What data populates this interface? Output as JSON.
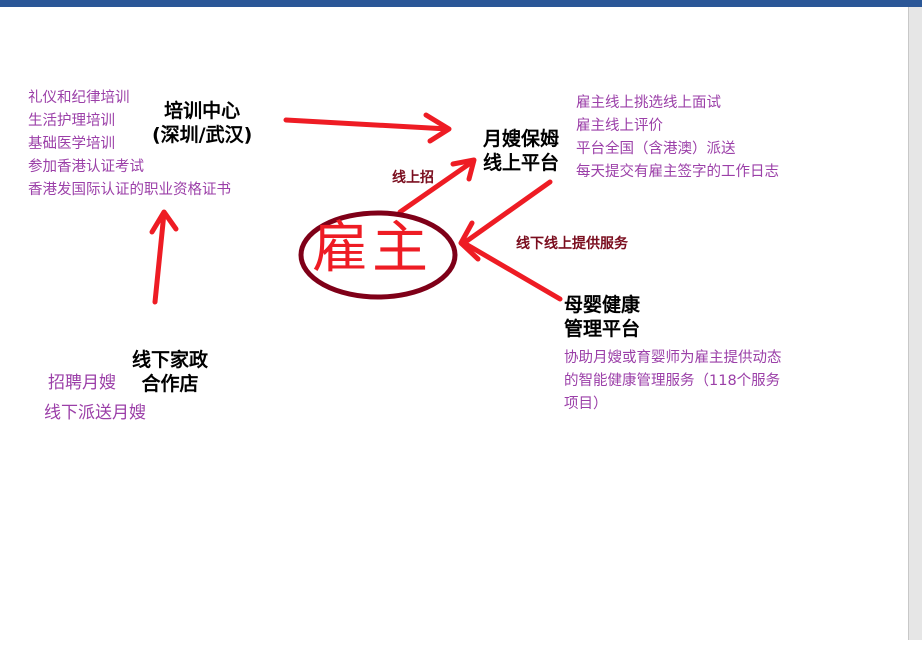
{
  "colors": {
    "topbar": "#2b5797",
    "arrow": "#ee1c24",
    "ellipse": "#7f0018",
    "purple_text": "#9b3fa8",
    "dark_label": "#7a0d1e",
    "node_text": "#000000"
  },
  "center": {
    "label": "雇主"
  },
  "training_center": {
    "title_line1": "培训中心",
    "title_line2": "(深圳/武汉)",
    "items": [
      "礼仪和纪律培训",
      "生活护理培训",
      "基础医学培训",
      "参加香港认证考试",
      "香港发国际认证的职业资格证书"
    ]
  },
  "online_platform": {
    "title_line1": "月嫂保姆",
    "title_line2": "线上平台",
    "items": [
      "雇主线上挑选线上面试",
      "雇主线上评价",
      "平台全国（含港澳）派送",
      "每天提交有雇主签字的工作日志"
    ]
  },
  "health_platform": {
    "title_line1": "母婴健康",
    "title_line2": "管理平台",
    "description_lines": [
      "协助月嫂或育婴师为雇主提供动态",
      "的智能健康管理服务（118个服务",
      "项目）"
    ]
  },
  "offline_store": {
    "title_line1": "线下家政",
    "title_line2": "合作店",
    "items": [
      "招聘月嫂",
      "线下派送月嫂"
    ]
  },
  "edge_labels": {
    "online_recruit": "线上招",
    "service": "线下线上提供服务"
  }
}
